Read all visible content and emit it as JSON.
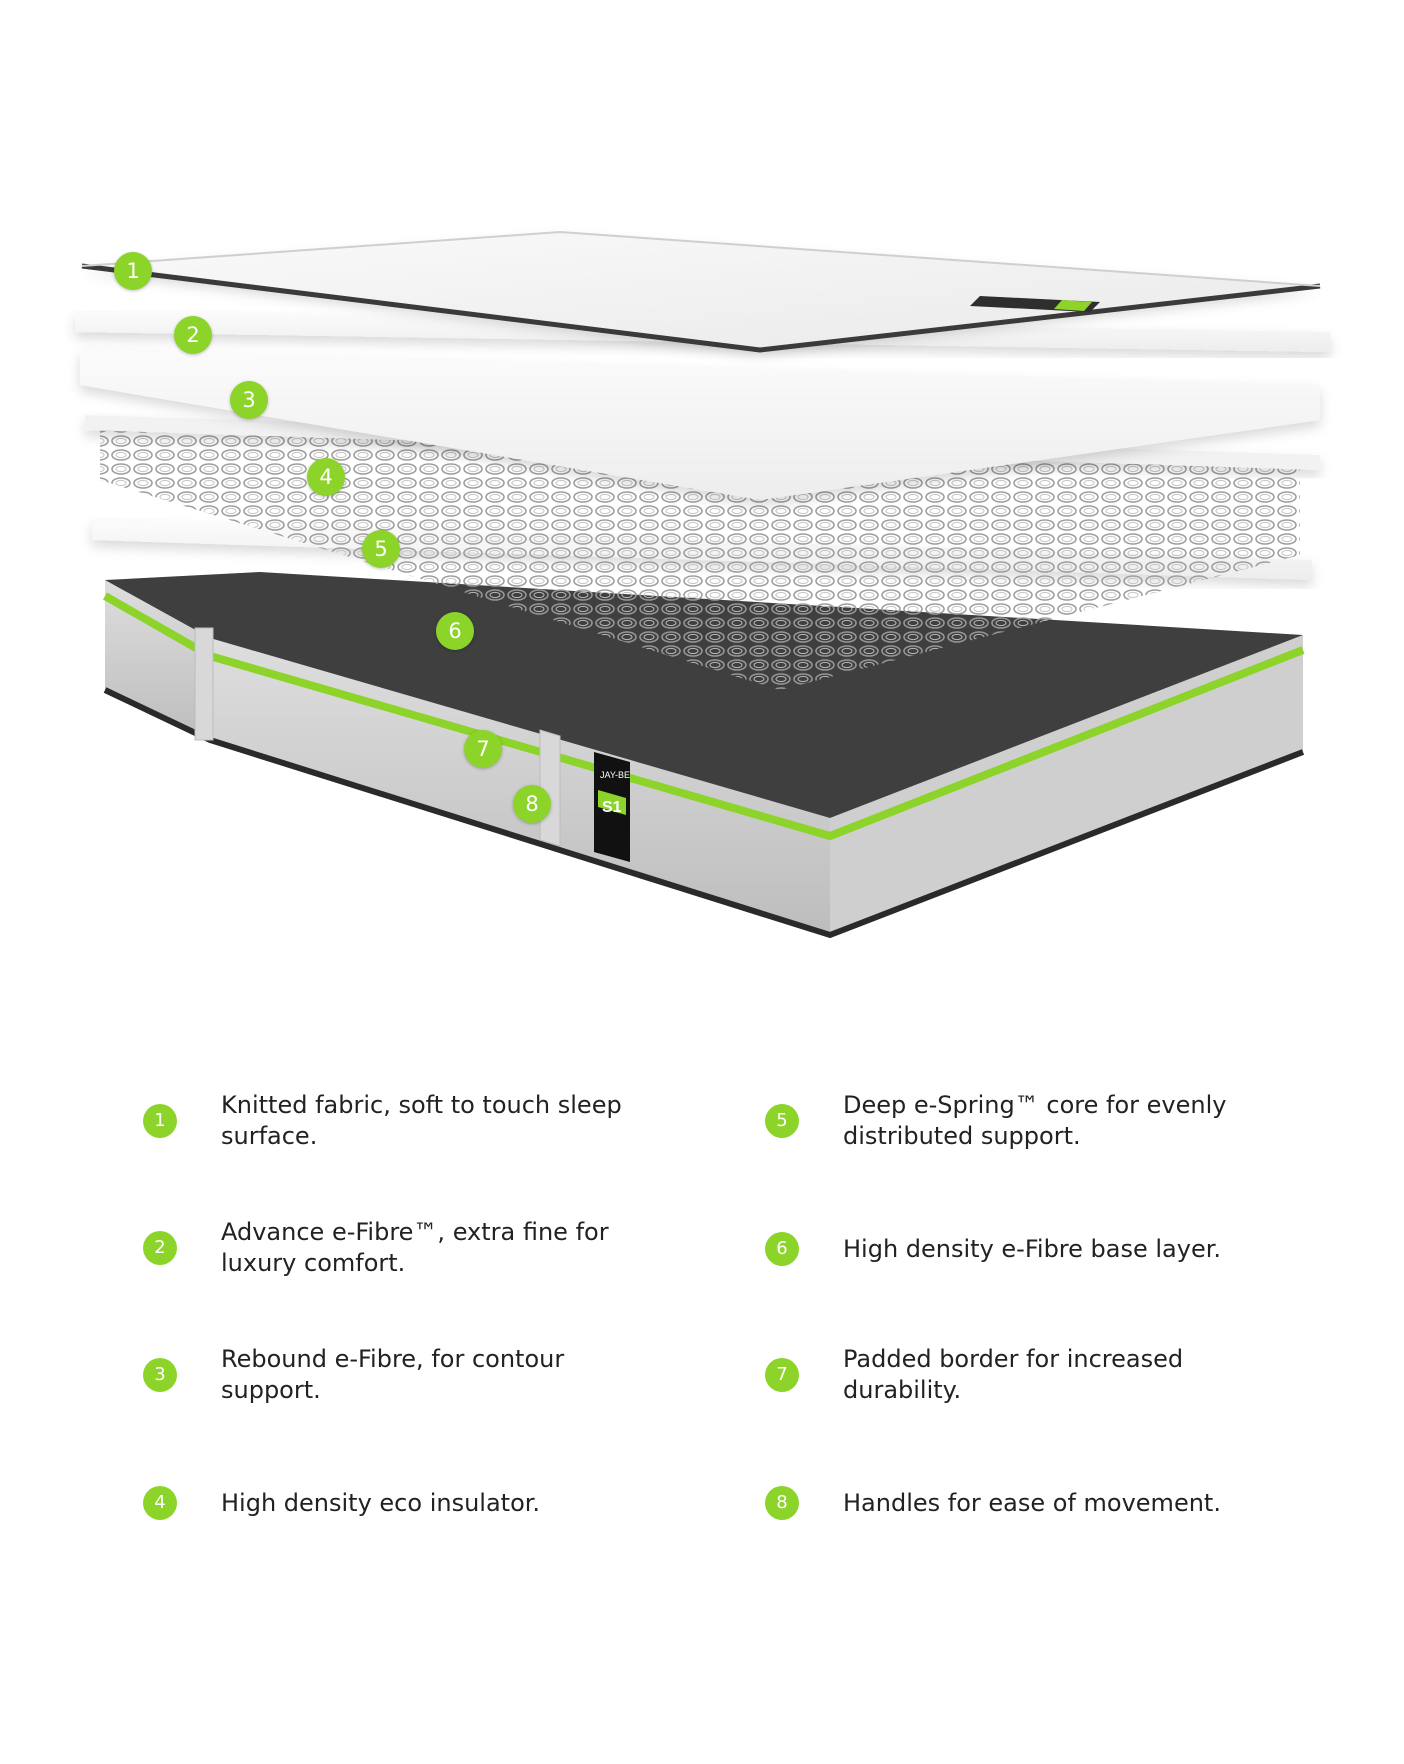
{
  "colors": {
    "accent": "#8cd32a",
    "fabric": "#f4f4f4",
    "dark_fabric": "#3f3f3f",
    "border_grey": "#c9c9c9"
  },
  "diagram": {
    "product_label": {
      "brand": "JAY-BE",
      "model": "S1"
    },
    "badges": [
      "1",
      "2",
      "3",
      "4",
      "5",
      "6",
      "7",
      "8"
    ]
  },
  "legend": [
    {
      "number": "1",
      "text": "Knitted fabric, soft to touch sleep surface."
    },
    {
      "number": "2",
      "text": "Advance e-Fibre™, extra fine for luxury comfort."
    },
    {
      "number": "3",
      "text": "Rebound e-Fibre, for contour support."
    },
    {
      "number": "4",
      "text": "High density eco insulator."
    },
    {
      "number": "5",
      "text": "Deep e-Spring™ core for evenly distributed support."
    },
    {
      "number": "6",
      "text": "High density e-Fibre base layer."
    },
    {
      "number": "7",
      "text": "Padded border for increased durability."
    },
    {
      "number": "8",
      "text": "Handles for ease of movement."
    }
  ]
}
